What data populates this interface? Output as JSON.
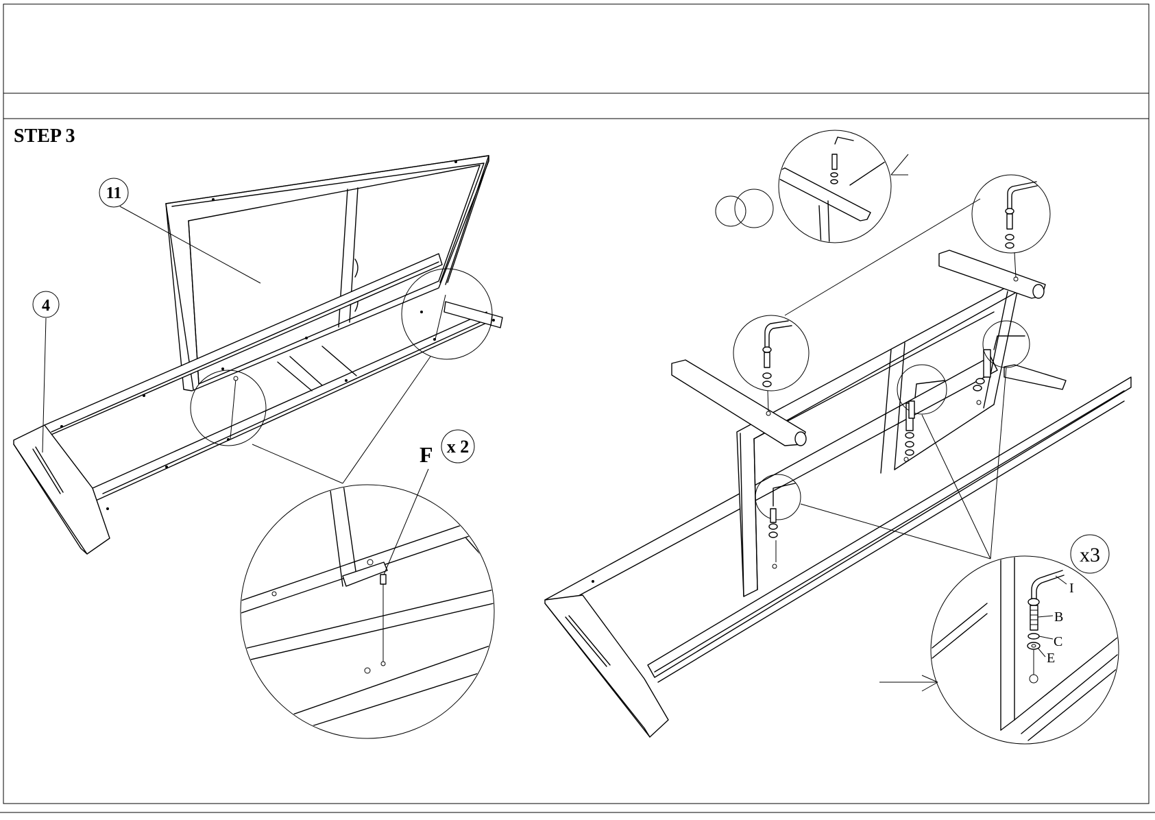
{
  "step": {
    "title": "STEP  3"
  },
  "callouts": {
    "panel_number": "11",
    "base_number": "4",
    "dowel_letter": "F",
    "dowel_qty": "x 2",
    "bolt_set_qty": "x3"
  },
  "hardware_labels": {
    "allen_key": "I",
    "bolt": "B",
    "spring_washer": "C",
    "flat_washer": "E"
  }
}
